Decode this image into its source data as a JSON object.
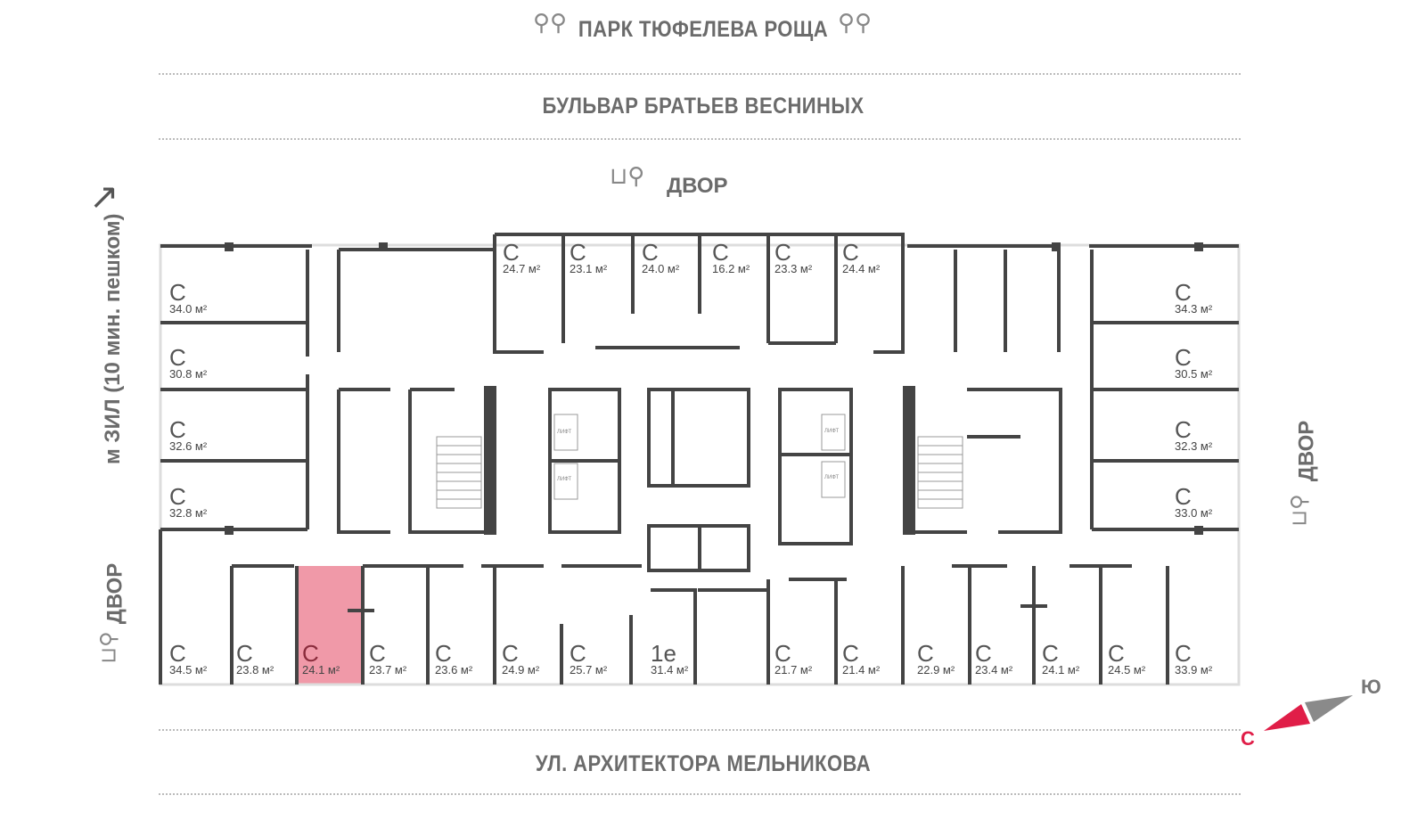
{
  "labels": {
    "park": "ПАРК ТЮФЕЛЕВА РОЩА",
    "boulevard": "БУЛЬВАР БРАТЬЕВ ВЕСНИНЫХ",
    "yard_top": "ДВОР",
    "yard_left": "ДВОР",
    "yard_right": "ДВОР",
    "metro": "м ЗИЛ (10 мин. пешком)",
    "street_bottom": "УЛ. АРХИТЕКТОРА МЕЛЬНИКОВА",
    "compass_south": "Ю",
    "compass_north": "С",
    "lift": "ЛИФТ"
  },
  "colors": {
    "highlight": "#f099a8",
    "compass_red": "#e01e48",
    "compass_gray": "#8a8a8a",
    "wall": "#444444"
  },
  "units": [
    {
      "type": "С",
      "area": "24.7 м²"
    },
    {
      "type": "С",
      "area": "23.1 м²"
    },
    {
      "type": "С",
      "area": "24.0 м²"
    },
    {
      "type": "С",
      "area": "16.2 м²"
    },
    {
      "type": "С",
      "area": "23.3 м²"
    },
    {
      "type": "С",
      "area": "24.4 м²"
    },
    {
      "type": "С",
      "area": "34.0 м²"
    },
    {
      "type": "С",
      "area": "30.8 м²"
    },
    {
      "type": "С",
      "area": "32.6 м²"
    },
    {
      "type": "С",
      "area": "32.8 м²"
    },
    {
      "type": "С",
      "area": "34.3 м²"
    },
    {
      "type": "С",
      "area": "30.5 м²"
    },
    {
      "type": "С",
      "area": "32.3 м²"
    },
    {
      "type": "С",
      "area": "33.0 м²"
    },
    {
      "type": "С",
      "area": "34.5 м²"
    },
    {
      "type": "С",
      "area": "23.8 м²"
    },
    {
      "type": "С",
      "area": "24.1 м²",
      "selected": true
    },
    {
      "type": "С",
      "area": "23.7 м²"
    },
    {
      "type": "С",
      "area": "23.6 м²"
    },
    {
      "type": "С",
      "area": "24.9 м²"
    },
    {
      "type": "С",
      "area": "25.7 м²"
    },
    {
      "type": "1е",
      "area": "31.4 м²"
    },
    {
      "type": "С",
      "area": "21.7 м²"
    },
    {
      "type": "С",
      "area": "21.4 м²"
    },
    {
      "type": "С",
      "area": "22.9 м²"
    },
    {
      "type": "С",
      "area": "23.4 м²"
    },
    {
      "type": "С",
      "area": "24.1 м²"
    },
    {
      "type": "С",
      "area": "24.5 м²"
    },
    {
      "type": "С",
      "area": "33.9 м²"
    }
  ]
}
